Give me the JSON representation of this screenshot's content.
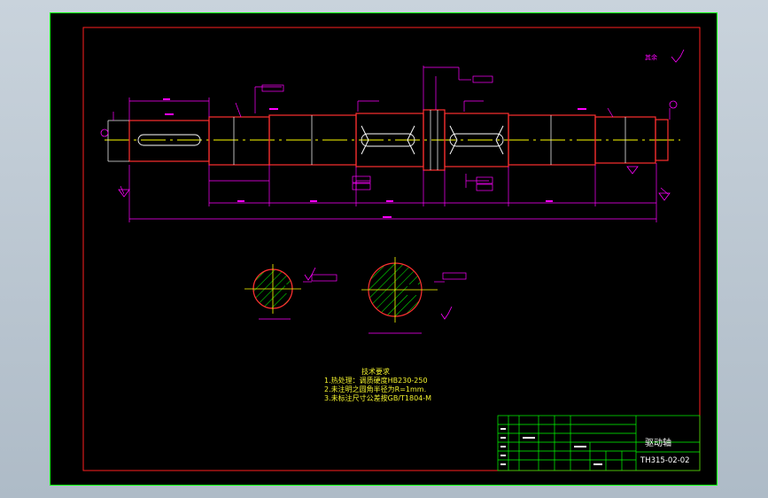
{
  "colors": {
    "background": "#000000",
    "outer_frame": "#00ff00",
    "inner_frame": "#ff2020",
    "part": "#ff3030",
    "dimension": "#ff00ff",
    "centerline": "#ffff00",
    "hatch": "#00ff00",
    "text": "#ffffff",
    "notes": "#f3f32e"
  },
  "tech_notes": {
    "title": "技术要求",
    "line1": "1.热处理：调质硬度HB230-250",
    "line2": "2.未注明之圆角半径为R=1mm.",
    "line3": "3.未标注尺寸公差按GB/T1804-M"
  },
  "title_block": {
    "part_name": "驱动轴",
    "drawing_no": "TH315-02-02"
  },
  "roughness_note": {
    "label": "其余"
  }
}
